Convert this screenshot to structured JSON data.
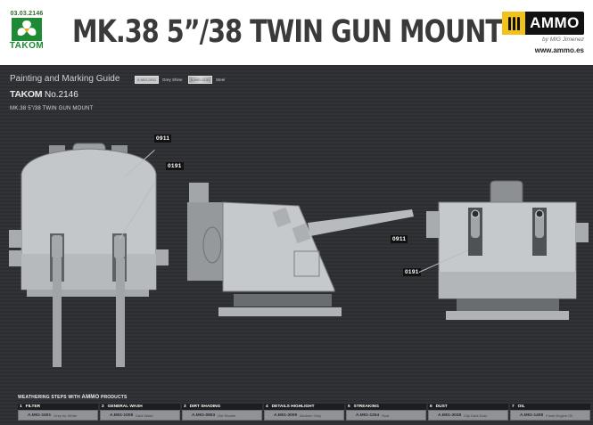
{
  "header": {
    "product_code": "03.03.2146",
    "brand": "TAKOM",
    "title": "MK.38 5”/38 TWIN GUN MOUNT",
    "partner": {
      "name": "AMMO",
      "byline": "by MIG Jimenez",
      "url": "www.ammo.es",
      "accent": "#f0c21a"
    },
    "brand_color": "#1f8a34"
  },
  "guide": {
    "title": "Painting and Marking Guide",
    "brand": "TAKOM",
    "number": "No.2146",
    "subtitle": "MK.38 5”/38 TWIN GUN MOUNT",
    "swatches": [
      {
        "code": "A.MIG-0911",
        "name": "Grey Shine",
        "color": "#c7c9cc"
      },
      {
        "code": "A.MIG-0191",
        "name": "Steel",
        "color": "#bfc1c3"
      }
    ]
  },
  "views": {
    "front": {
      "callouts": [
        "0911",
        "0191"
      ]
    },
    "side": {},
    "rear": {
      "callouts": [
        "0911",
        "0191"
      ]
    }
  },
  "weathering": {
    "title_prefix": "WEATHERING STEPS WITH",
    "title_brand": "AMMO",
    "title_suffix": "PRODUCTS",
    "steps": [
      {
        "n": "1",
        "label": "FILTER",
        "code": "A.MIG-1501",
        "name": "Grey for White"
      },
      {
        "n": "2",
        "label": "GENERAL WASH",
        "code": "A.MIG-1008",
        "name": "Dark Wash"
      },
      {
        "n": "3",
        "label": "DIRT SHADING",
        "code": "A.MIG-0853",
        "name": "Dirt Shader"
      },
      {
        "n": "4",
        "label": "DETAILS HIGHLIGHT",
        "code": "A.MIG-3009",
        "name": "Medium Grey"
      },
      {
        "n": "5",
        "label": "STREAKING",
        "code": "A.MIG-1254",
        "name": "Rust"
      },
      {
        "n": "6",
        "label": "DUST",
        "code": "A.MIG-3028",
        "name": "City Dark Dust"
      },
      {
        "n": "7",
        "label": "OIL",
        "code": "A.MIG-1408",
        "name": "Fresh Engine Oil"
      }
    ]
  }
}
